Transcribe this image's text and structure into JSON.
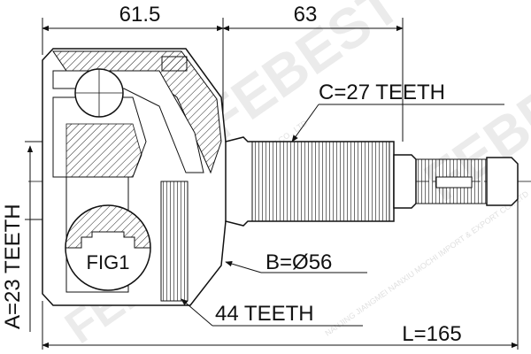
{
  "dimensions": {
    "left_width": "61.5",
    "right_width": "63",
    "total_length": "L=165"
  },
  "callouts": {
    "c_teeth": "C=27 TEETH",
    "a_teeth": "A=23 TEETH",
    "b_diameter": "B=Ø56",
    "abs_teeth": "44 TEETH",
    "fig_label": "FIG1"
  },
  "watermark": {
    "brand": "FEBEST",
    "company": "NANJING JIANGMEI NANXIU MOCHI IMPORT & EXPORT CO., LTD"
  }
}
